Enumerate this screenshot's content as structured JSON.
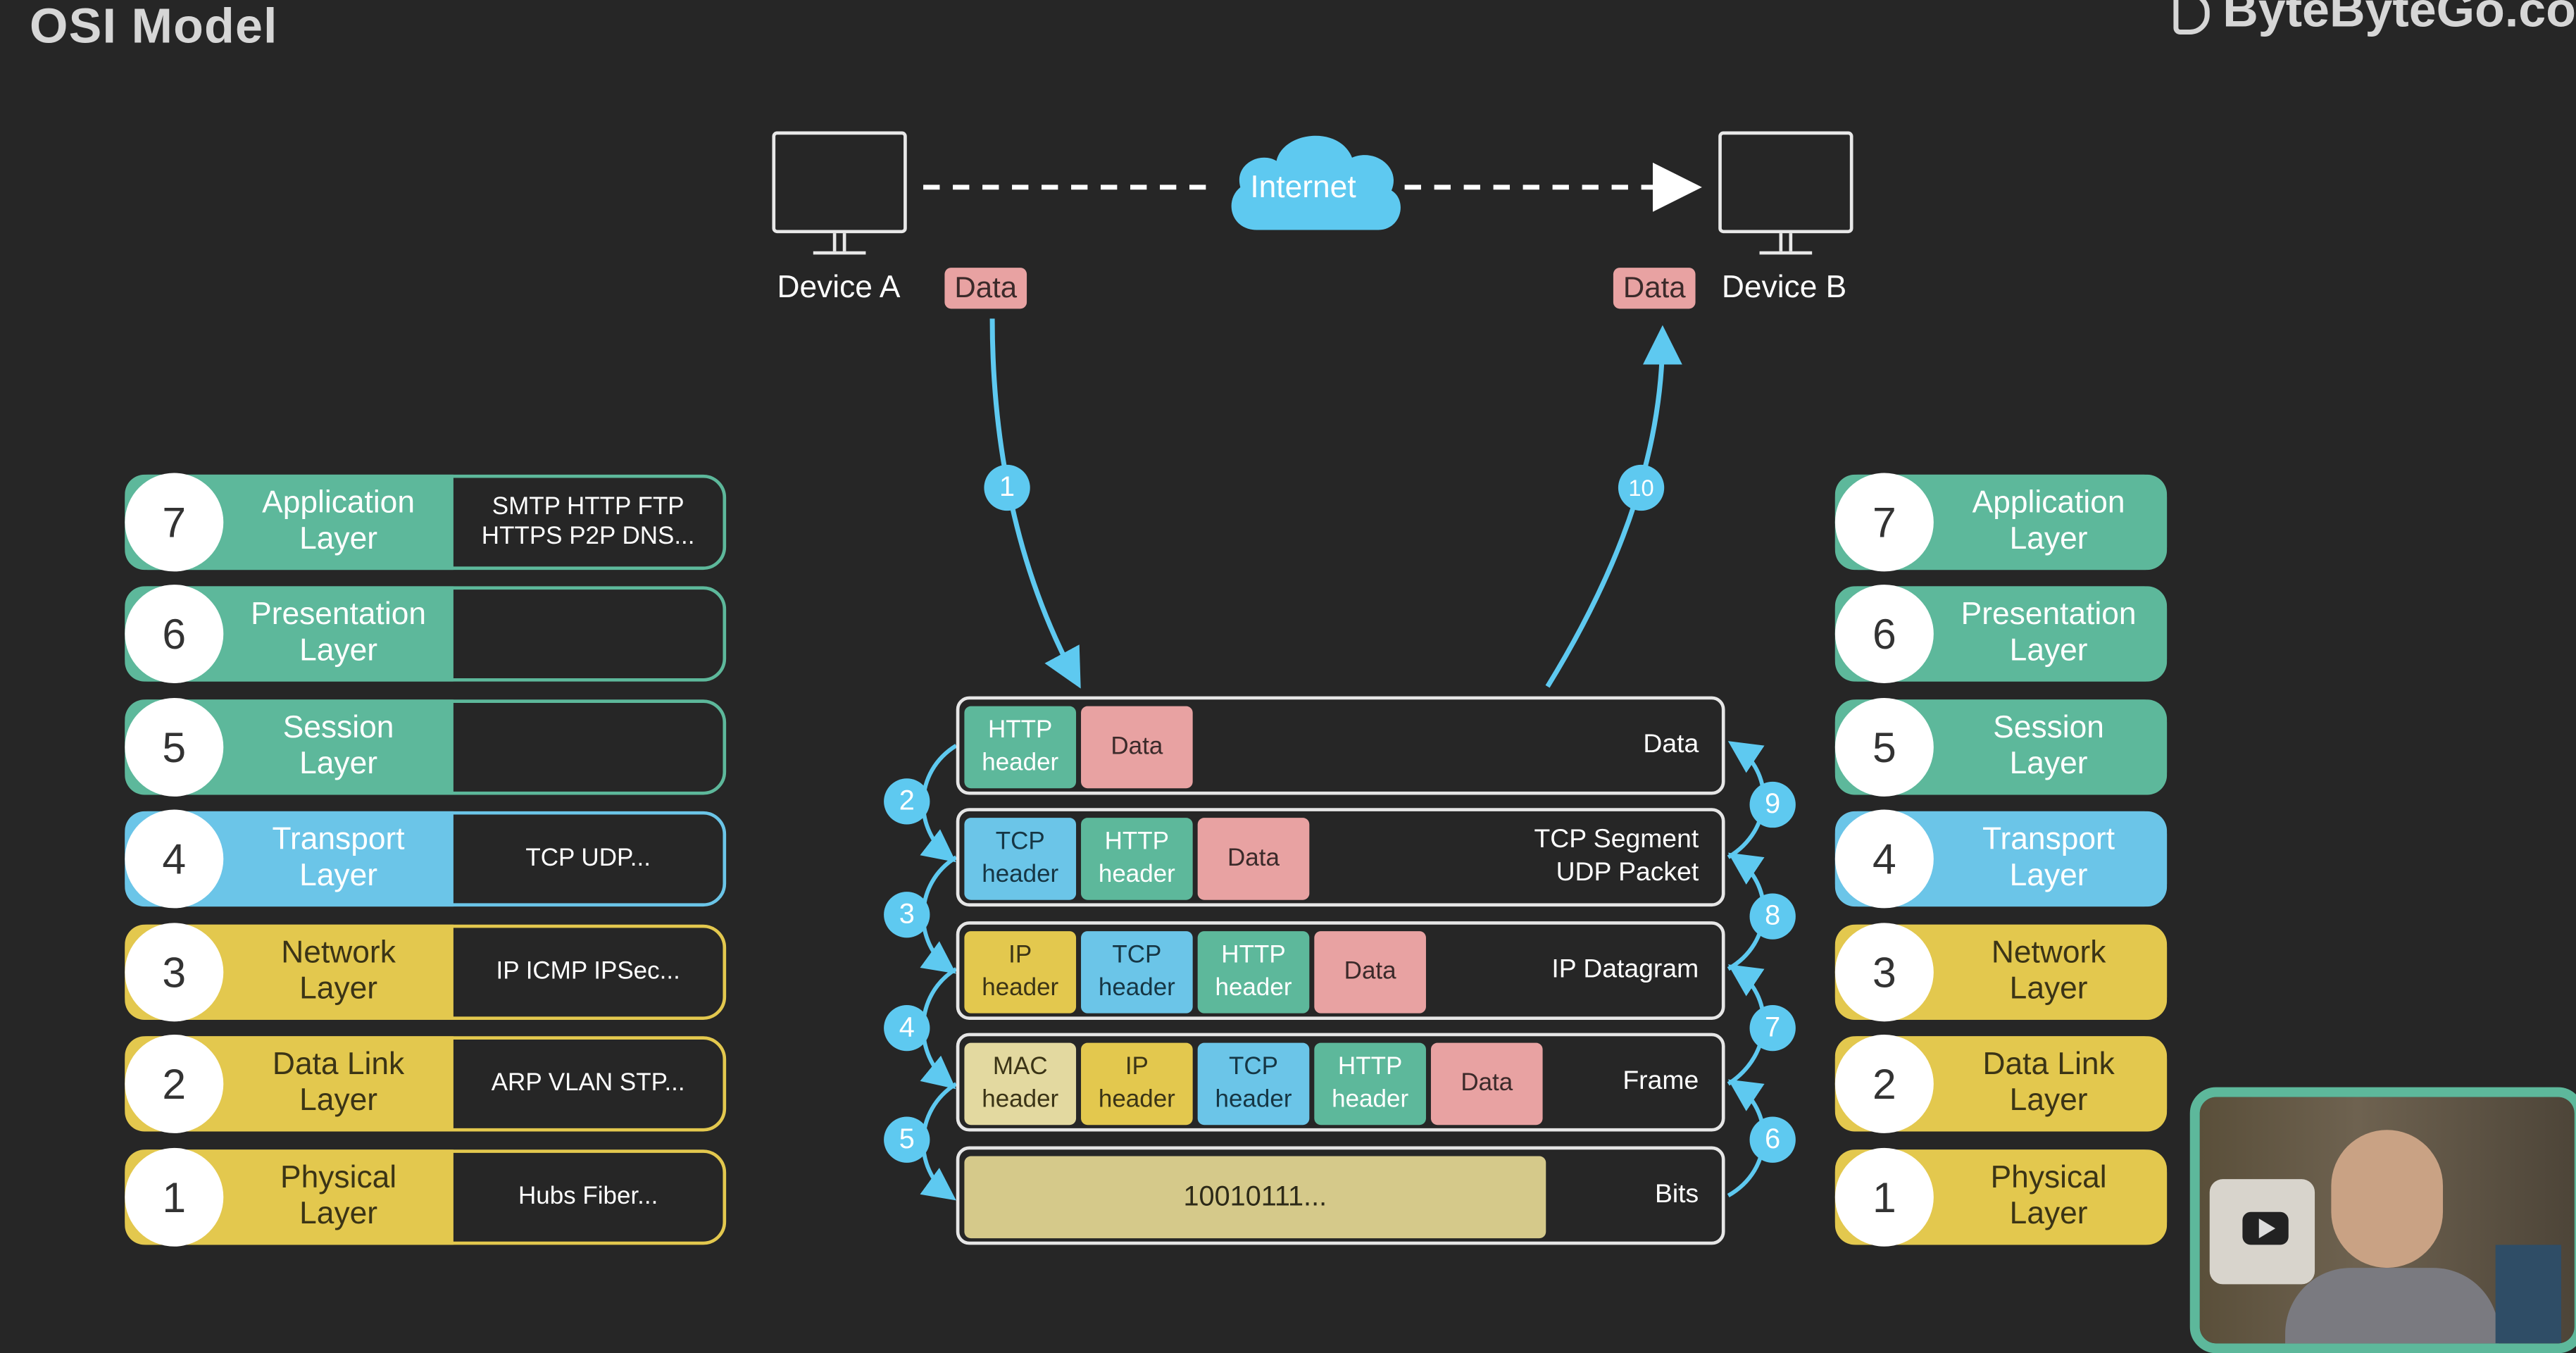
{
  "header": {
    "title": "OSI Model",
    "brand": "ByteByteGo.co"
  },
  "devices": {
    "a_label": "Device A",
    "b_label": "Device B",
    "a_data": "Data",
    "b_data": "Data",
    "cloud_label": "Internet"
  },
  "left_layers": [
    {
      "num": "7",
      "name": "Application\nLayer",
      "protocols": "SMTP HTTP FTP\nHTTPS P2P DNS...",
      "color": "#5db89b"
    },
    {
      "num": "6",
      "name": "Presentation\nLayer",
      "protocols": "",
      "color": "#5db89b"
    },
    {
      "num": "5",
      "name": "Session\nLayer",
      "protocols": "",
      "color": "#5db89b"
    },
    {
      "num": "4",
      "name": "Transport\nLayer",
      "protocols": "TCP UDP...",
      "color": "#6bc5e8"
    },
    {
      "num": "3",
      "name": "Network\nLayer",
      "protocols": "IP ICMP IPSec...",
      "color": "#e3c84e"
    },
    {
      "num": "2",
      "name": "Data Link\nLayer",
      "protocols": "ARP VLAN STP...",
      "color": "#e3c84e"
    },
    {
      "num": "1",
      "name": "Physical\nLayer",
      "protocols": "Hubs Fiber...",
      "color": "#e3c84e"
    }
  ],
  "right_layers": [
    {
      "num": "7",
      "name": "Application\nLayer",
      "color": "#5db89b"
    },
    {
      "num": "6",
      "name": "Presentation\nLayer",
      "color": "#5db89b"
    },
    {
      "num": "5",
      "name": "Session\nLayer",
      "color": "#5db89b"
    },
    {
      "num": "4",
      "name": "Transport\nLayer",
      "color": "#6bc5e8"
    },
    {
      "num": "3",
      "name": "Network\nLayer",
      "color": "#e3c84e"
    },
    {
      "num": "2",
      "name": "Data Link\nLayer",
      "color": "#e3c84e"
    },
    {
      "num": "1",
      "name": "Physical\nLayer",
      "color": "#e3c84e"
    }
  ],
  "packets": [
    {
      "label": "Data",
      "blocks": [
        {
          "text": "HTTP\nheader",
          "kind": "green"
        },
        {
          "text": "Data",
          "kind": "pink"
        }
      ]
    },
    {
      "label": "TCP Segment\nUDP Packet",
      "blocks": [
        {
          "text": "TCP\nheader",
          "kind": "blue"
        },
        {
          "text": "HTTP\nheader",
          "kind": "green"
        },
        {
          "text": "Data",
          "kind": "pink"
        }
      ]
    },
    {
      "label": "IP Datagram",
      "blocks": [
        {
          "text": "IP\nheader",
          "kind": "yellow"
        },
        {
          "text": "TCP\nheader",
          "kind": "blue"
        },
        {
          "text": "HTTP\nheader",
          "kind": "green"
        },
        {
          "text": "Data",
          "kind": "pink"
        }
      ]
    },
    {
      "label": "Frame",
      "blocks": [
        {
          "text": "MAC\nheader",
          "kind": "tan"
        },
        {
          "text": "IP\nheader",
          "kind": "yellow"
        },
        {
          "text": "TCP\nheader",
          "kind": "blue"
        },
        {
          "text": "HTTP\nheader",
          "kind": "green"
        },
        {
          "text": "Data",
          "kind": "pink"
        }
      ]
    },
    {
      "label": "Bits",
      "blocks": [
        {
          "text": "10010111...",
          "kind": "khaki"
        }
      ]
    }
  ],
  "steps": [
    "1",
    "2",
    "3",
    "4",
    "5",
    "6",
    "7",
    "8",
    "9",
    "10"
  ],
  "colors": {
    "background": "#262626",
    "step_blue": "#5ec9f0",
    "app_green": "#5db89b",
    "transport_blue": "#6bc5e8",
    "network_yellow": "#e3c84e",
    "data_pink": "#e8a2a2"
  },
  "icons": [
    "monitor-icon",
    "cloud-icon",
    "logo-icon",
    "play-icon"
  ]
}
